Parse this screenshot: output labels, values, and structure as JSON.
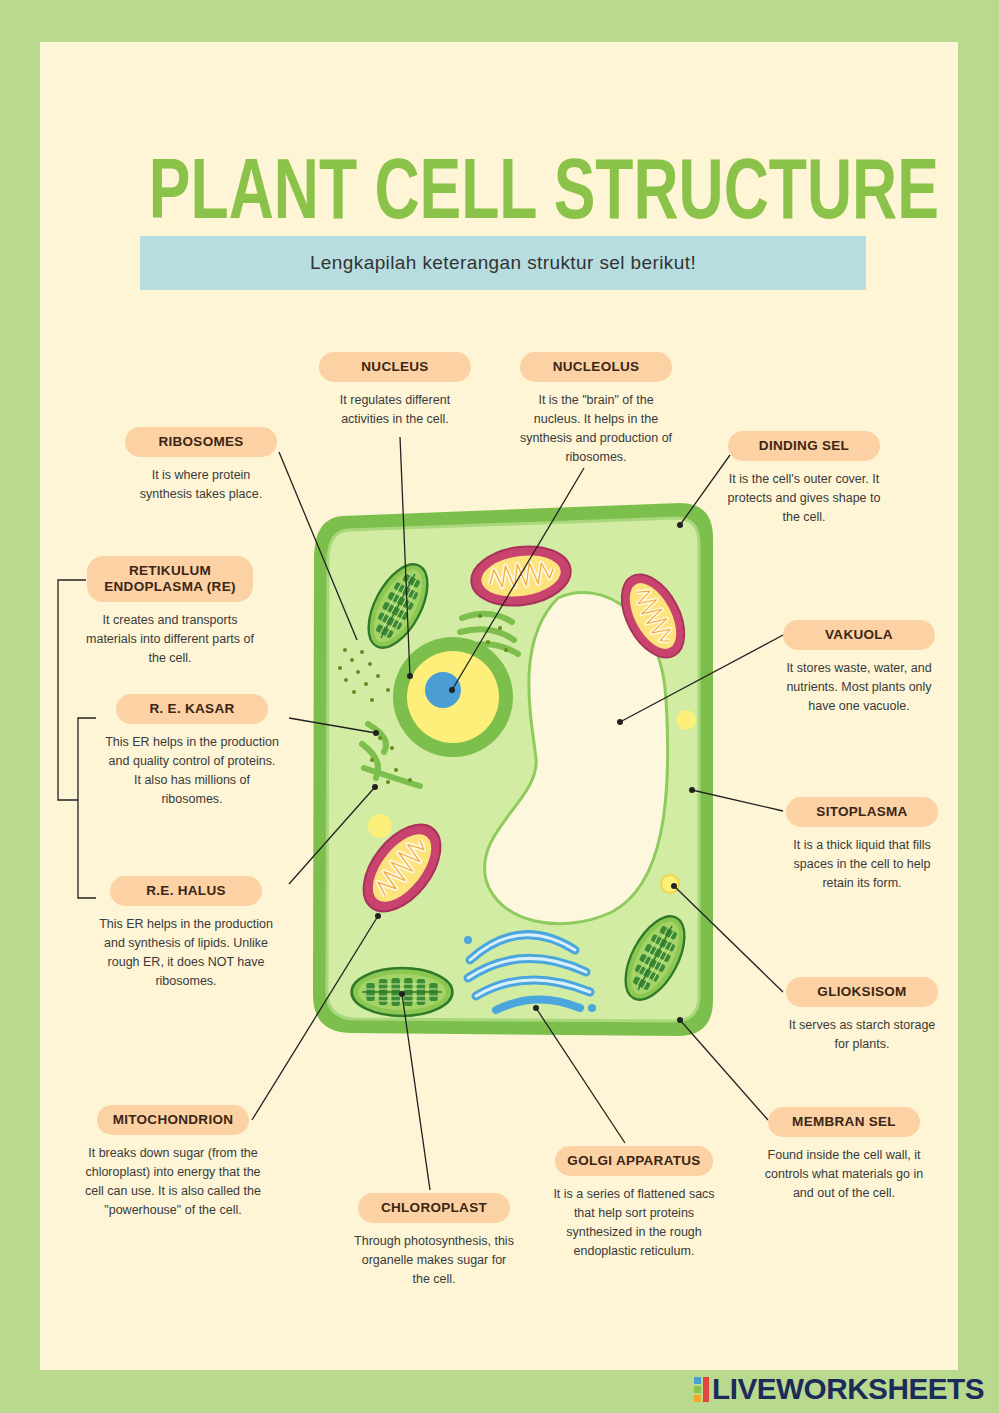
{
  "diagram": {
    "title": "PLANT CELL STRUCTURE",
    "nodes": [
      {
        "text": [
          "Lengkapilah keterangan struktur sel berikut!"
        ]
      },
      {
        "text": [
          "NUCLEUS",
          "It regulates different activities in the cell."
        ]
      },
      {
        "text": [
          "NUCLEOLUS",
          "It is the \"brain\" of the nucleus. It helps in the synthesis and production of ribosomes."
        ]
      },
      {
        "text": [
          "RIBOSOMES",
          "It is where protein synthesis takes place."
        ]
      },
      {
        "text": [
          "DINDING SEL",
          "It is the cell's outer cover. It protects and gives shape to the cell."
        ]
      },
      {
        "text": [
          "RETIKULUM ENDOPLASMA (RE)",
          "It creates and transports materials into different parts of the cell."
        ]
      },
      {
        "text": [
          "VAKUOLA",
          "It stores waste, water, and nutrients. Most plants only have one vacuole."
        ]
      },
      {
        "text": [
          "R. E. KASAR",
          "This ER helps in the production and quality control of proteins. It also has millions of ribosomes."
        ]
      },
      {
        "text": [
          "SITOPLASMA",
          "It is a thick liquid that fills spaces in the cell to help retain its form."
        ]
      },
      {
        "text": [
          "R.E. HALUS",
          "This ER helps in the production and synthesis of lipids. Unlike rough ER, it does NOT have ribosomes."
        ]
      },
      {
        "text": [
          "GLIOKSISOM",
          "It serves as starch storage for plants."
        ]
      },
      {
        "text": [
          "MITOCHONDRION",
          "It breaks down sugar (from the chloroplast) into energy that the cell can use. It is also called the \"powerhouse\" of the cell."
        ]
      },
      {
        "text": [
          "MEMBRAN SEL",
          "Found inside the cell wall, it controls what materials go in and out of the cell."
        ]
      },
      {
        "text": [
          "GOLGI APPARATUS",
          "It is a series of flattened sacs that help sort proteins synthesized in the rough endoplastic reticulum."
        ]
      },
      {
        "text": [
          "CHLOROPLAST",
          "Through photosynthesis, this organelle makes sugar for the cell."
        ]
      }
    ],
    "labels": [
      "LIVEWORKSHEETS"
    ]
  }
}
